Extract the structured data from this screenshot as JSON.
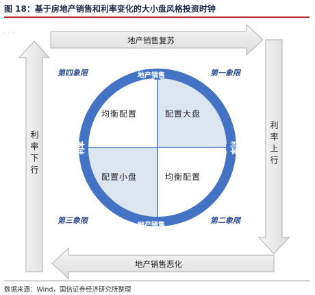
{
  "header": {
    "title": "图 18：基于房地产销售和利率变化的大小盘风格投资时钟"
  },
  "watermark": "…",
  "arrows": {
    "top": "地产销售复苏",
    "bottom": "地产销售恶化",
    "left": "利率下行",
    "right": "利率上行"
  },
  "quadrants": {
    "q1": "第一象限",
    "q2": "第二象限",
    "q3": "第三象限",
    "q4": "第四象限"
  },
  "cells": {
    "top_left": "均衡配置",
    "top_right": "配置大盘",
    "bottom_left": "配置小盘",
    "bottom_right": "均衡配置"
  },
  "ring_labels": {
    "top": "地产销售",
    "bottom": "地产销售",
    "left": "利率",
    "right": "利率"
  },
  "colors": {
    "ring": "#4472c4",
    "highlight": "#dce6f1",
    "arrow_fill": "#eeeeee",
    "arrow_stroke": "#b0b0b0",
    "title_rule": "#b6312d"
  },
  "footer": {
    "source": "数据来源：Wind，国信证券经济研究所整理"
  }
}
